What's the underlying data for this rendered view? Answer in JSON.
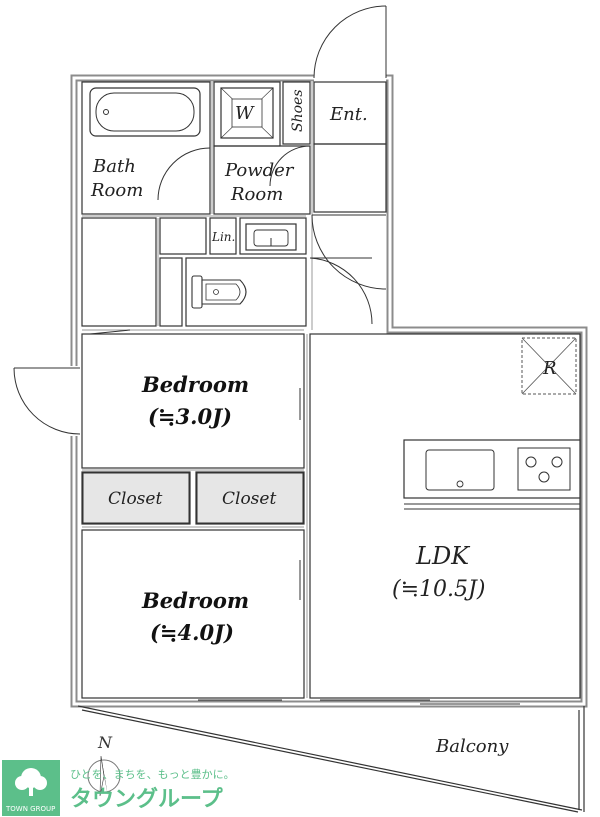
{
  "rooms": {
    "bath": {
      "line1": "Bath",
      "line2": "Room"
    },
    "washer": "W",
    "shoes": "Shoes",
    "entrance": "Ent.",
    "powder": {
      "line1": "Powder",
      "line2": "Room"
    },
    "linen": "Lin.",
    "bedroom1": {
      "name": "Bedroom",
      "size": "(≒3.0J)"
    },
    "closet1": "Closet",
    "closet2": "Closet",
    "bedroom2": {
      "name": "Bedroom",
      "size": "(≒4.0J)"
    },
    "ldk": {
      "name": "LDK",
      "size": "(≒10.5J)"
    },
    "fridge": "R",
    "balcony": "Balcony"
  },
  "compass": {
    "north": "N"
  },
  "logo": {
    "tagline": "ひとを、まちを、もっと豊かに。",
    "brand": "タウングループ",
    "mark_label": "TOWN GROUP"
  },
  "colors": {
    "wall": "#8c8c8c",
    "closet_fill": "#e6e6e6",
    "brand_green": "#5cbf8a"
  }
}
